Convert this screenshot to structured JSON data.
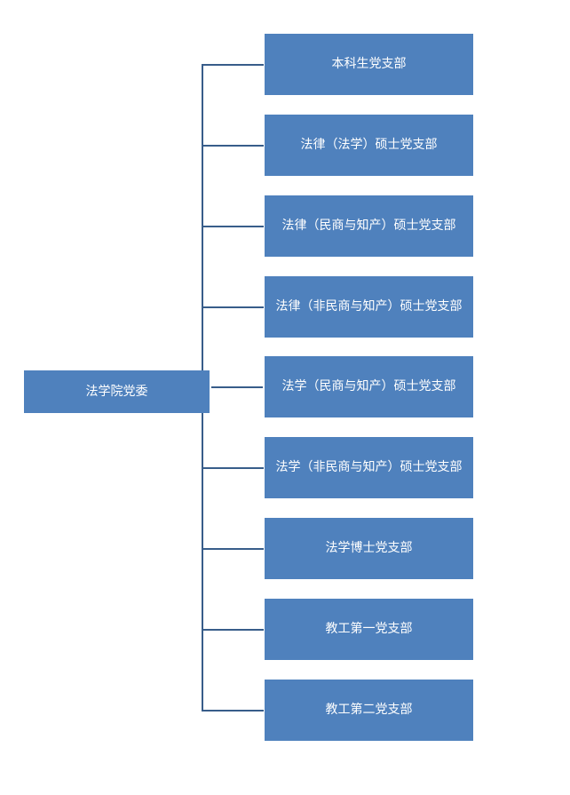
{
  "org_chart": {
    "root": "法学院党委",
    "branches": [
      "本科生党支部",
      "法律（法学）硕士党支部",
      "法律（民商与知产）硕士党支部",
      "法律（非民商与知产）硕士党支部",
      "法学（民商与知产）硕士党支部",
      "法学（非民商与知产）硕士党支部",
      "法学博士党支部",
      "教工第一党支部",
      "教工第二党支部"
    ]
  },
  "colors": {
    "box_fill": "#4f81bd",
    "connector": "#385d8a",
    "text": "#ffffff"
  }
}
